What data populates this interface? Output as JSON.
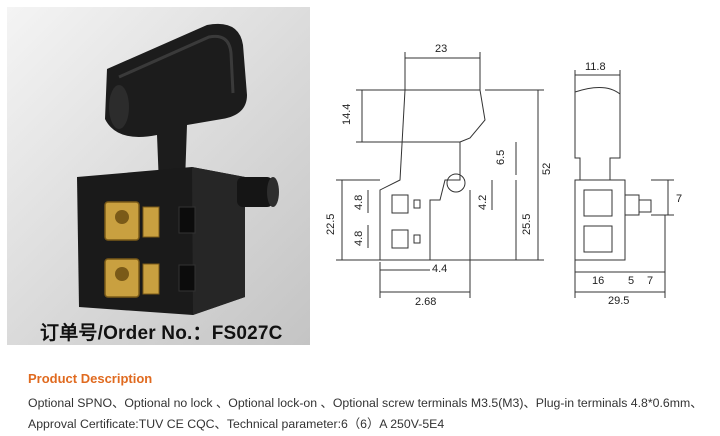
{
  "photo": {
    "order_label": "订单号/Order No.：FS027C"
  },
  "drawing": {
    "dims": {
      "w23": "23",
      "h14_4": "14.4",
      "d6_5": "6.5",
      "d52": "52",
      "d4_2": "4.2",
      "d25_5": "25.5",
      "d22_5": "22.5",
      "d4_8_top": "4.8",
      "d4_8_bot": "4.8",
      "d4_4": "4.4",
      "d2_68": "2.68",
      "w11_8": "11.8",
      "d7_right": "7",
      "d16": "16",
      "d5": "5",
      "d7_bottom": "7",
      "d29_5": "29.5"
    }
  },
  "description": {
    "title": "Product Description",
    "line1": "Optional SPNO、Optional no lock 、Optional lock-on 、Optional screw terminals M3.5(M3)、Plug-in terminals 4.8*0.6mm、",
    "line2": "Approval Certificate:TUV CE CQC、Technical parameter:6（6）A 250V-5E4"
  },
  "colors": {
    "title_accent": "#e06a1f",
    "body_text": "#333333",
    "switch_body": "#1a1a1a",
    "terminal_brass": "#c9a040"
  }
}
